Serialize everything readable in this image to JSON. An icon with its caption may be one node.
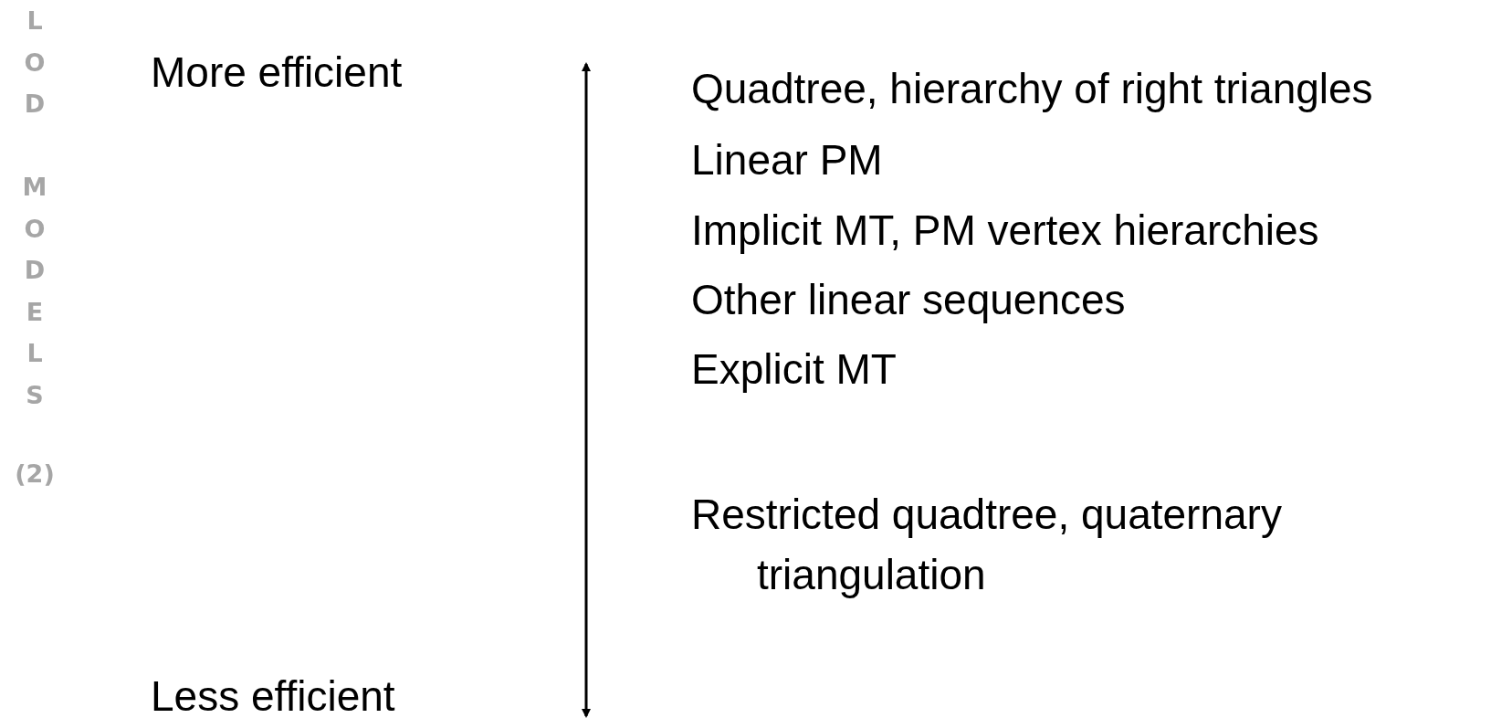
{
  "diagram": {
    "labels": [
      "LOD MODELS",
      "(2)",
      "More efficient",
      "Less efficient",
      "Quadtree, hierarchy of right triangles",
      "Linear PM",
      "Implicit MT, PM vertex hierarchies",
      "Other linear sequences",
      "Explicit MT",
      "Restricted quadtree, quaternary triangulation"
    ]
  }
}
